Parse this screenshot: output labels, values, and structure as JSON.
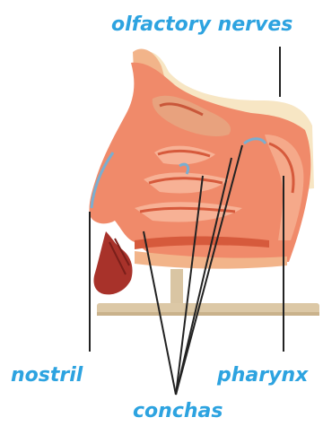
{
  "labels": {
    "olfactory_nerves": "olfactory nerves",
    "nostril": "nostril",
    "pharynx": "pharynx",
    "conchas": "conchas"
  },
  "colors": {
    "label_text": "#2da3e0",
    "leader_line": "#222222",
    "tissue": "#f08a6a",
    "tissue_dark": "#d65a3c",
    "bone": "#f7e6c4",
    "stand": "#d9c5a3",
    "muscle": "#a8322a",
    "membrane": "#7aaed0"
  }
}
